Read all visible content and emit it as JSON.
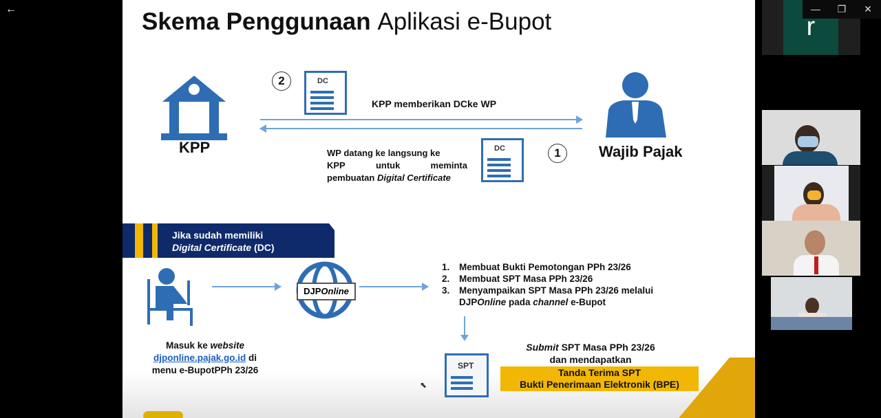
{
  "window": {
    "back_icon": "arrow-left-icon",
    "minimize": "—",
    "restore": "❐",
    "close": "✕"
  },
  "slide": {
    "title_bold": "Skema Penggunaan",
    "title_regular": "Aplikasi e-Bupot",
    "kpp_label": "KPP",
    "wp_label": "Wajib Pajak",
    "step2_number": "2",
    "step1_number": "1",
    "dc_label": "DC",
    "kpp_gives_text": "KPP memberikan DCke WP",
    "wp_request_line1": "WP  datang  ke langsung  ke",
    "wp_request_line2a": "KPP",
    "wp_request_line2b": "untuk",
    "wp_request_line2c": "meminta",
    "wp_request_line3a": "pembuatan ",
    "wp_request_line3b": "Digital Certificate",
    "banner_line1": "Jika sudah  memiliki",
    "banner_line2a": "Digital Certificate",
    "banner_line2b": " (DC)",
    "djp_label_a": "DJP",
    "djp_label_b": "Online",
    "steps": [
      {
        "n": "1.",
        "text": "Membuat Bukti Pemotongan PPh 23/26"
      },
      {
        "n": "2.",
        "text": "Membuat SPT Masa PPh 23/26"
      },
      {
        "n": "3.",
        "text": "Menyampaikan SPT Masa PPh 23/26 melalui"
      }
    ],
    "step3_cont_a": "DJP",
    "step3_cont_b": "Online",
    "step3_cont_c": " pada ",
    "step3_cont_d": "channel",
    "step3_cont_e": " e-Bupot",
    "login_line1a": "Masuk ke ",
    "login_line1b": "website",
    "login_link": "djponline.pajak.go.id",
    "login_line2b": " di",
    "login_line3": "menu e-BupotPPh 23/26",
    "spt_label": "SPT",
    "submit_a": "Submit",
    "submit_b": " SPT Masa PPh 23/26",
    "submit_line2": "dan mendapatkan",
    "bpe_line1": "Tanda Terima SPT",
    "bpe_line2": "Bukti Penerimaan Elektronik (BPE)"
  },
  "participants": [
    {
      "initial": "r",
      "color": "#0b4a3c"
    }
  ],
  "colors": {
    "accent_blue": "#2e6db4",
    "navy": "#0e2a6b",
    "gold": "#f2b705"
  }
}
